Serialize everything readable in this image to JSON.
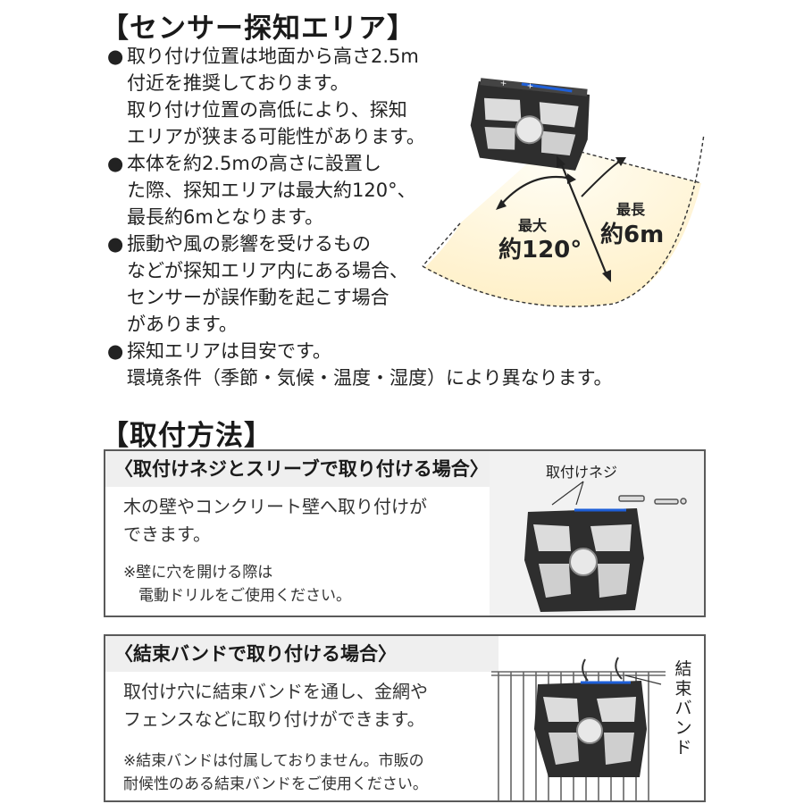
{
  "sensor": {
    "heading": "【センサー探知エリア】",
    "bullet_symbol": "●",
    "lines": [
      {
        "bullet": true,
        "text": "取り付け位置は地面から高さ2.5m"
      },
      {
        "bullet": false,
        "text": "付近を推奨しております。"
      },
      {
        "bullet": false,
        "text": "取り付け位置の高低により、探知"
      },
      {
        "bullet": false,
        "text": "エリアが狭まる可能性があります。"
      },
      {
        "bullet": true,
        "text": "本体を約2.5mの高さに設置し"
      },
      {
        "bullet": false,
        "text": "た際、探知エリアは最大約120°、"
      },
      {
        "bullet": false,
        "text": "最長約6mとなります。"
      },
      {
        "bullet": true,
        "text": "振動や風の影響を受けるもの"
      },
      {
        "bullet": false,
        "text": "などが探知エリア内にある場合、"
      },
      {
        "bullet": false,
        "text": "センサーが誤作動を起こす場合"
      },
      {
        "bullet": false,
        "text": "があります。"
      },
      {
        "bullet": true,
        "text": "探知エリアは目安です。"
      },
      {
        "bullet": false,
        "text": "環境条件（季節・気候・温度・湿度）により異なります。"
      }
    ],
    "diagram": {
      "angle_caption": "最大",
      "angle_value": "約120°",
      "range_caption": "最長",
      "range_value": "約6m"
    }
  },
  "install": {
    "heading": "【取付方法】",
    "screw_box": {
      "title": "〈取付けネジとスリーブで取り付ける場合〉",
      "text_lines": [
        "木の壁やコンクリート壁へ取り付けが",
        "できます。"
      ],
      "note_lines": [
        "※壁に穴を開ける際は",
        "　電動ドリルをご使用ください。"
      ],
      "callout": "取付けネジ"
    },
    "band_box": {
      "title": "〈結束バンドで取り付ける場合〉",
      "text_lines": [
        "取付け穴に結束バンドを通し、金網や",
        "フェンスなどに取り付けができます。"
      ],
      "note_lines": [
        "※結束バンドは付属しておりません。市販の",
        "耐候性のある結束バンドをご使用ください。"
      ],
      "callout_chars": [
        "結",
        "束",
        "バ",
        "ン",
        "ド"
      ]
    }
  },
  "colors": {
    "area_fill": "#fff6dc",
    "device_body": "#2e2e2e",
    "device_accent": "#1e5fd8",
    "box_border": "#5a5a5a",
    "box_header": "#efefef"
  }
}
